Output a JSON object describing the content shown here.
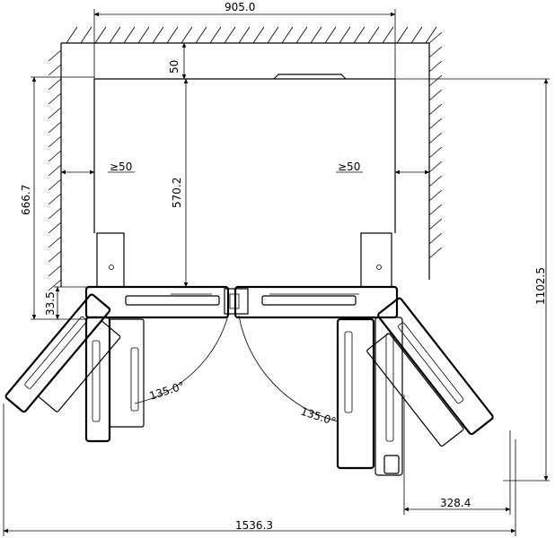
{
  "drawing": {
    "dimensions": {
      "overall_width": "905.0",
      "wall_gap": "50",
      "body_depth": "666.7",
      "inner_depth": "570.2",
      "side_clear_left": "≥50",
      "side_clear_right": "≥50",
      "total_depth": "1102.5",
      "hinge_offset": "33.5",
      "door_swing": "328.4",
      "total_span": "1536.3"
    },
    "angles": {
      "left_door": "135.0°",
      "right_door": "135.0°"
    }
  }
}
